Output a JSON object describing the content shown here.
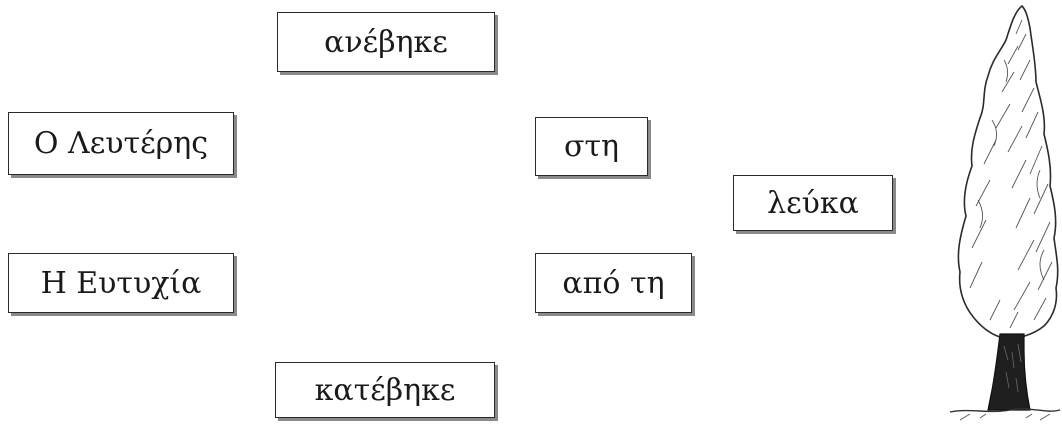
{
  "cards": {
    "anevike": "ανέβηκε",
    "lefteris": "Ο Λευτέρης",
    "sti": "στη",
    "lefka": "λεύκα",
    "eftychia": "Η Ευτυχία",
    "apo_ti": "από τη",
    "katevike": "κατέβηκε"
  },
  "illustration": {
    "icon": "poplar-tree-icon"
  }
}
